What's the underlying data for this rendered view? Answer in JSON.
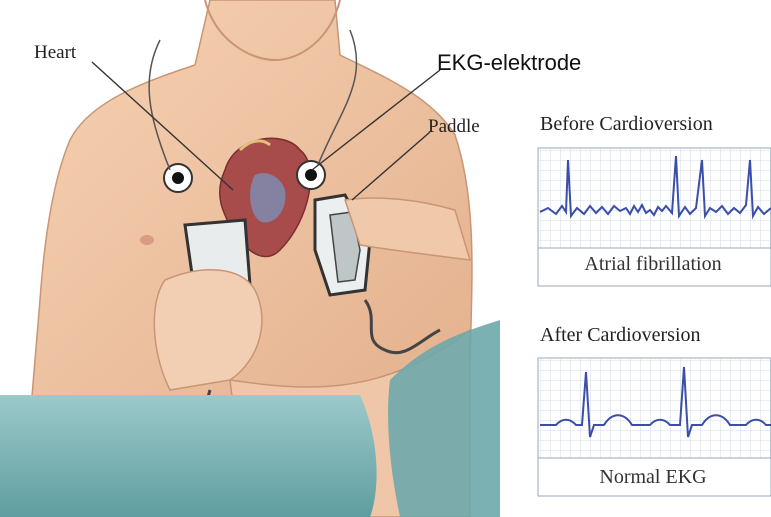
{
  "labels": {
    "heart": "Heart",
    "ekg_electrode": "EKG-elektrode",
    "paddle": "Paddle",
    "before": "Before Cardioversion",
    "after": "After Cardioversion"
  },
  "strips": {
    "before_caption": "Atrial fibrillation",
    "after_caption": "Normal EKG"
  },
  "colors": {
    "trace": "#3b4ea8",
    "grid": "#c7d2df",
    "skin": "#f0c8a6",
    "drape": "#7fb7b8"
  }
}
